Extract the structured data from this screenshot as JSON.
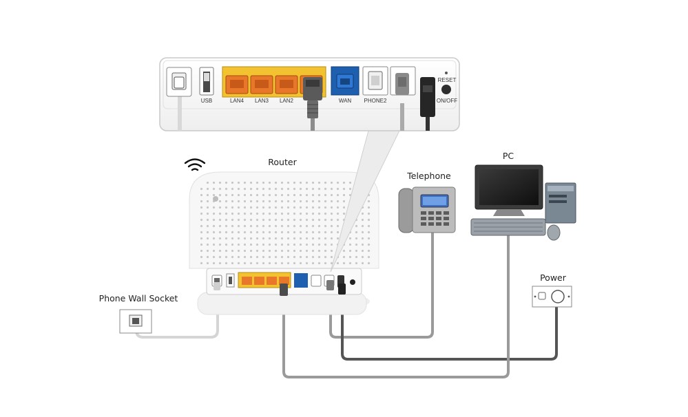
{
  "labels": {
    "router": "Router",
    "telephone": "Telephone",
    "pc": "PC",
    "power": "Power",
    "phone_wall_socket": "Phone Wall Socket"
  },
  "ports": {
    "usb": "USB",
    "lan4": "LAN4",
    "lan3": "LAN3",
    "lan2": "LAN2",
    "wan": "WAN",
    "phone2": "PHONE2",
    "reset": "RESET",
    "on_off": "ON/OFF"
  },
  "colors": {
    "lan_yellow": "#f2c230",
    "lan_port_orange": "#e9772a",
    "wan_blue": "#1f5fb0",
    "cable_light": "#d5d5d5",
    "cable_mid": "#9a9a9a",
    "cable_dark": "#555555"
  }
}
